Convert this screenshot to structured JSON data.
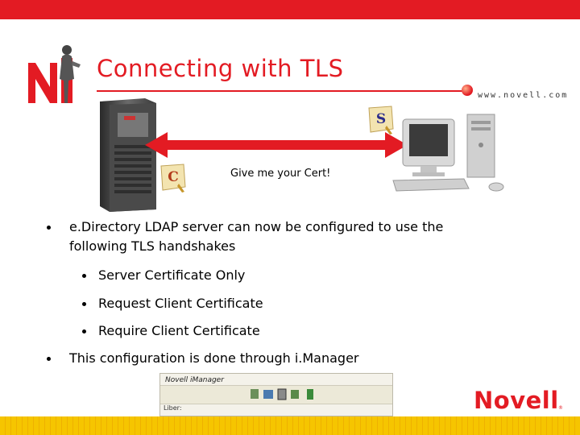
{
  "slide": {
    "title": "Connecting with TLS",
    "url": "www.novell.com",
    "brand": "Novell",
    "brand_mark": "®",
    "colors": {
      "accent": "#e31b23",
      "footer": "#f6c500"
    }
  },
  "diagram": {
    "caption": "Give me your Cert!",
    "server_badge": "S",
    "client_badge": "C",
    "icons": [
      "server-tower-icon",
      "desktop-computer-icon",
      "double-headed-arrow-icon"
    ]
  },
  "bullets": [
    {
      "text": "e.Directory LDAP server can now be configured to use the"
    },
    {
      "text": "following TLS handshakes"
    },
    {
      "text": "Server Certificate Only"
    },
    {
      "text": "Request Client Certificate"
    },
    {
      "text": "Require Client Certificate"
    },
    {
      "text": "This configuration is done through i.Manager"
    }
  ],
  "screenshot": {
    "title": "Novell iManager",
    "url_label": "Liber:"
  }
}
